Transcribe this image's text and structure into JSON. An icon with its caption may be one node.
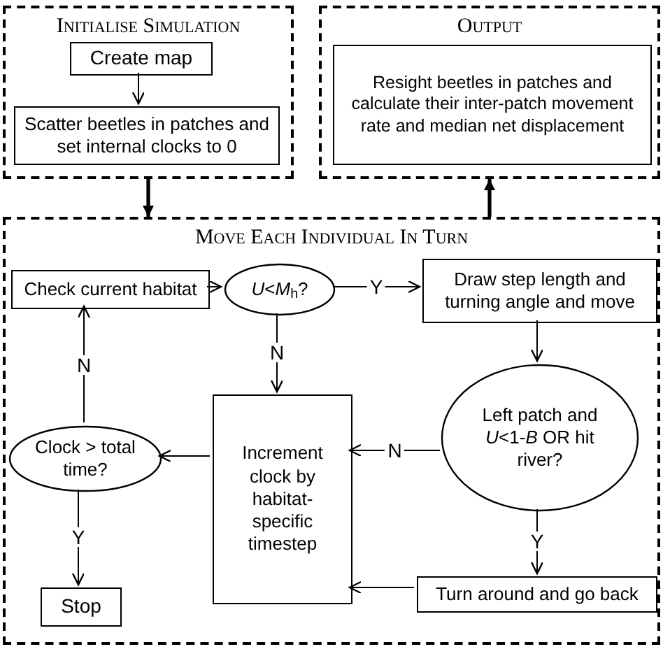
{
  "diagram": {
    "nodes": [
      {
        "text": [
          "Initialise Simulation"
        ]
      },
      {
        "text": [
          "Create map"
        ],
        "in": 0
      },
      {
        "text": [
          "Scatter beetles in patches and set internal clocks to 0"
        ],
        "in": 0
      },
      {
        "text": [
          "Output"
        ]
      },
      {
        "text": [
          "Resight beetles in patches and calculate their inter-patch movement rate and median net displacement"
        ],
        "in": 3
      },
      {
        "text": [
          "Move Each Individual In Turn"
        ]
      },
      {
        "text": [
          "Check current habitat"
        ],
        "in": 5
      },
      {
        "text": [
          "*U*<*M*$_{h}$?"
        ],
        "in": 5
      },
      {
        "text": [
          "Draw step length and turning angle and move"
        ],
        "in": 5
      },
      {
        "text": [
          "Increment clock by habitat-specific timestep"
        ],
        "in": 5
      },
      {
        "text": [
          "Left patch and *U*<1-*B* OR hit river?"
        ],
        "in": 5
      },
      {
        "text": [
          "Clock > total time?"
        ],
        "in": 5
      },
      {
        "text": [
          "Stop"
        ],
        "in": 5
      },
      {
        "text": [
          "Turn around and go back"
        ],
        "in": 5
      }
    ],
    "edges": [
      {
        "from": 1,
        "to": 2,
        "arrow": "to"
      },
      {
        "from": 0,
        "to": 5,
        "arrow": "to",
        "style": "thick"
      },
      {
        "from": 5,
        "to": 3,
        "arrow": "to",
        "style": "thick"
      },
      {
        "from": 6,
        "to": 7,
        "arrow": "to"
      },
      {
        "from": 7,
        "to": 8,
        "arrow": "to",
        "label": "Y"
      },
      {
        "from": 7,
        "to": 9,
        "arrow": "to",
        "label": "N"
      },
      {
        "from": 8,
        "to": 10,
        "arrow": "to"
      },
      {
        "from": 10,
        "to": 9,
        "arrow": "to",
        "label": "N"
      },
      {
        "from": 10,
        "to": 13,
        "arrow": "to",
        "label": "Y"
      },
      {
        "from": 13,
        "to": 9,
        "arrow": "to"
      },
      {
        "from": 9,
        "to": 11,
        "arrow": "to"
      },
      {
        "from": 11,
        "to": 6,
        "arrow": "to",
        "label": "N"
      },
      {
        "from": 11,
        "to": 12,
        "arrow": "to",
        "label": "Y"
      }
    ]
  }
}
